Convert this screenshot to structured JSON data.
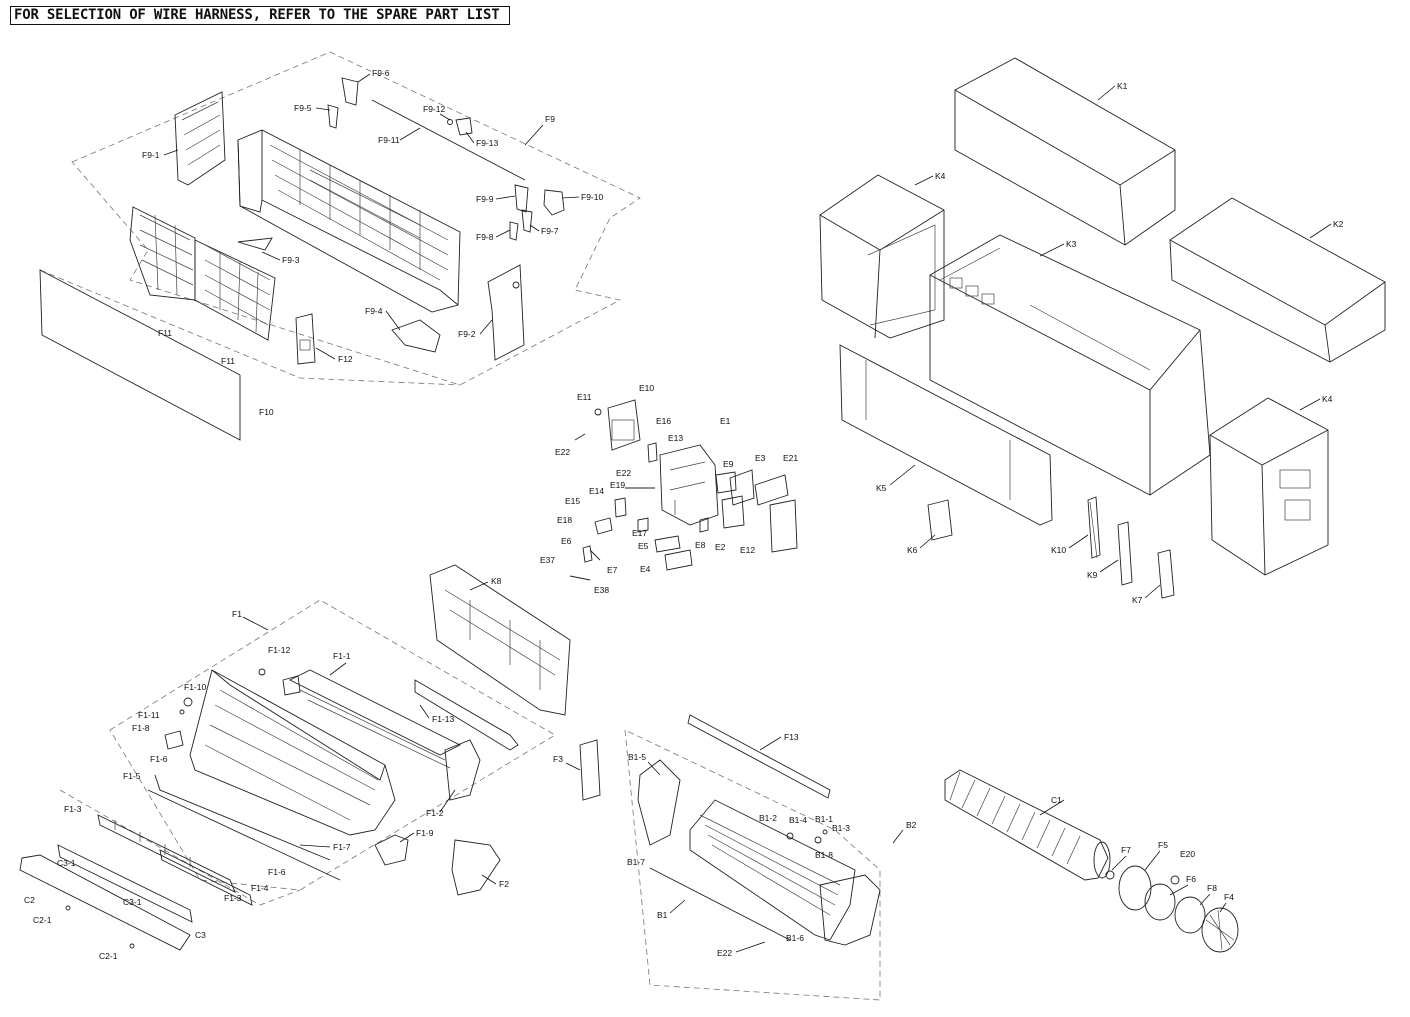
{
  "header": {
    "note": "FOR SELECTION OF WIRE HARNESS, REFER TO THE SPARE PART LIST"
  },
  "labels": {
    "F9_6": "F9-6",
    "F9_5": "F9-5",
    "F9_12": "F9-12",
    "F9_11": "F9-11",
    "F9_13": "F9-13",
    "F9": "F9",
    "F9_1": "F9-1",
    "F9_9": "F9-9",
    "F9_10": "F9-10",
    "F9_8": "F9-8",
    "F9_7": "F9-7",
    "F9_3": "F9-3",
    "F9_4": "F9-4",
    "F9_2": "F9-2",
    "F11_a": "F11",
    "F11_b": "F11",
    "F12": "F12",
    "F10": "F10",
    "K1": "K1",
    "K4_a": "K4",
    "K3": "K3",
    "K2": "K2",
    "K4_b": "K4",
    "K5": "K5",
    "K6": "K6",
    "K10": "K10",
    "K9": "K9",
    "K7": "K7",
    "K8": "K8",
    "E11": "E11",
    "E10": "E10",
    "E16": "E16",
    "E13": "E13",
    "E1": "E1",
    "E22_a": "E22",
    "E22_b": "E22",
    "E19": "E19",
    "E9": "E9",
    "E3": "E3",
    "E21": "E21",
    "E14": "E14",
    "E15": "E15",
    "E18": "E18",
    "E17": "E17",
    "E8": "E8",
    "E2": "E2",
    "E12": "E12",
    "E5": "E5",
    "E6": "E6",
    "E37": "E37",
    "E7": "E7",
    "E4": "E4",
    "E38": "E38",
    "F1": "F1",
    "F1_12": "F1-12",
    "F1_1": "F1-1",
    "F1_10": "F1-10",
    "F1_11": "F1-11",
    "F1_13": "F1-13",
    "F1_8": "F1-8",
    "F1_6a": "F1-6",
    "F1_5": "F1-5",
    "F1_2": "F1-2",
    "F3": "F3",
    "F1_3a": "F1-3",
    "F1_9": "F1-9",
    "F1_7": "F1-7",
    "F1_6b": "F1-6",
    "C3_1a": "C3-1",
    "F1_4": "F1-4",
    "F2": "F2",
    "C2": "C2",
    "C3_1b": "C3-1",
    "F1_3b": "F1-3",
    "C2_1a": "C2-1",
    "C3": "C3",
    "C2_1b": "C2-1",
    "F13": "F13",
    "B1_5": "B1-5",
    "B1_2": "B1-2",
    "B1_4": "B1-4",
    "B1_1": "B1-1",
    "B1_3": "B1-3",
    "B2": "B2",
    "B1_8": "B1-8",
    "B1_7": "B1-7",
    "B1": "B1",
    "B1_6": "B1-6",
    "E22_c": "E22",
    "C1": "C1",
    "F7": "F7",
    "F5": "F5",
    "E20": "E20",
    "F6": "F6",
    "F8": "F8",
    "F4": "F4"
  }
}
